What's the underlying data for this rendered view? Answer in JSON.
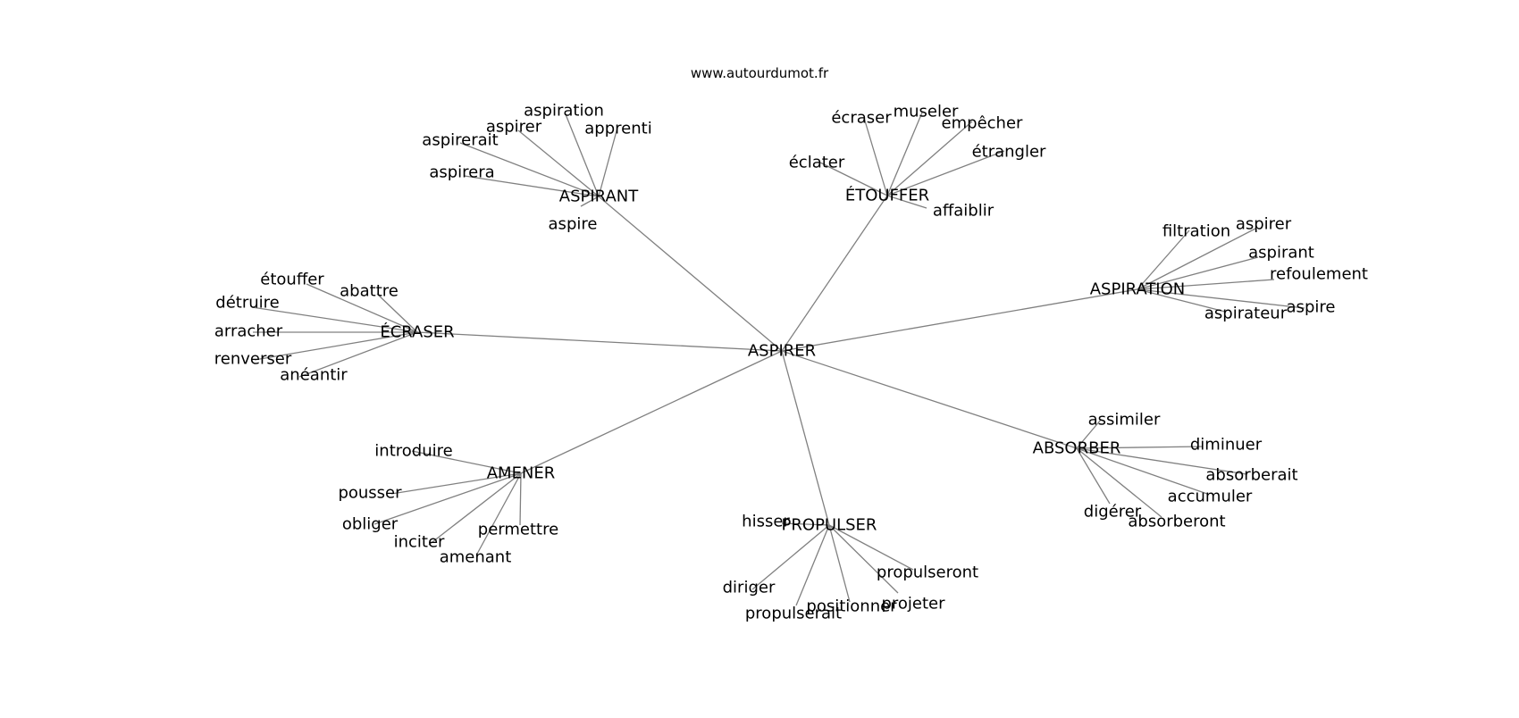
{
  "source_label": "www.autourdumot.fr",
  "colors": {
    "edge": "#808080",
    "text": "#000000",
    "background": "#ffffff"
  },
  "graph": {
    "root": "ASPIRER",
    "clusters": [
      {
        "word": "ASPIRANT",
        "words": [
          "aspiration",
          "aspirer",
          "apprenti",
          "aspirerait",
          "aspirera",
          "aspire"
        ]
      },
      {
        "word": "ÉTOUFFER",
        "words": [
          "écraser",
          "museler",
          "empêcher",
          "étrangler",
          "éclater",
          "affaiblir"
        ]
      },
      {
        "word": "ASPIRATION",
        "words": [
          "filtration",
          "aspirer",
          "aspirant",
          "refoulement",
          "aspirateur",
          "aspire"
        ]
      },
      {
        "word": "ÉCRASER",
        "words": [
          "étouffer",
          "abattre",
          "détruire",
          "arracher",
          "renverser",
          "anéantir"
        ]
      },
      {
        "word": "ABSORBER",
        "words": [
          "assimiler",
          "diminuer",
          "absorberait",
          "accumuler",
          "digérer",
          "absorberont"
        ]
      },
      {
        "word": "AMENER",
        "words": [
          "introduire",
          "pousser",
          "obliger",
          "inciter",
          "permettre",
          "amenant"
        ]
      },
      {
        "word": "PROPULSER",
        "words": [
          "hisser",
          "diriger",
          "propulserait",
          "positionner",
          "projeter",
          "propulseront"
        ]
      }
    ]
  }
}
